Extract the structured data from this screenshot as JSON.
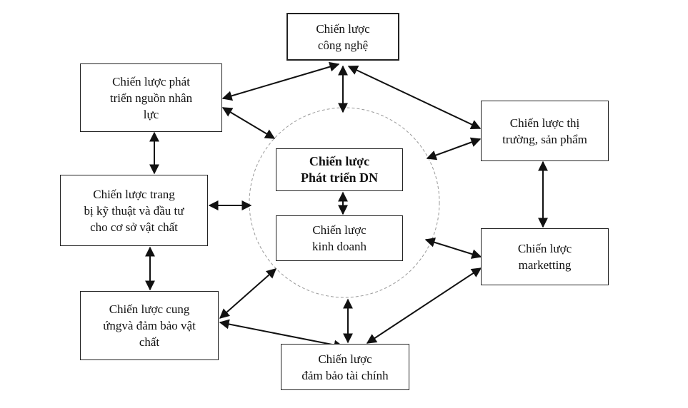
{
  "center": {
    "top": "Chiến lược\nPhát triển DN",
    "bottom": "Chiến lược\nkinh doanh"
  },
  "boxes": {
    "cong_nghe": "Chiến lược\ncông nghệ",
    "nhan_luc": "Chiến lược phát\ntriển nguồn nhân\nlực",
    "thi_truong": "Chiến lược thị\ntrường, sản phẩm",
    "trang_bi": "Chiến lược trang\nbị kỹ thuật và đầu tư\ncho cơ sở vật chất",
    "marketting": "Chiến lược\nmarketting",
    "cung_ung": "Chiến lược cung\nứngvà đảm bảo vật\nchất",
    "tai_chinh": "Chiến lược\nđảm bảo tài chính"
  }
}
